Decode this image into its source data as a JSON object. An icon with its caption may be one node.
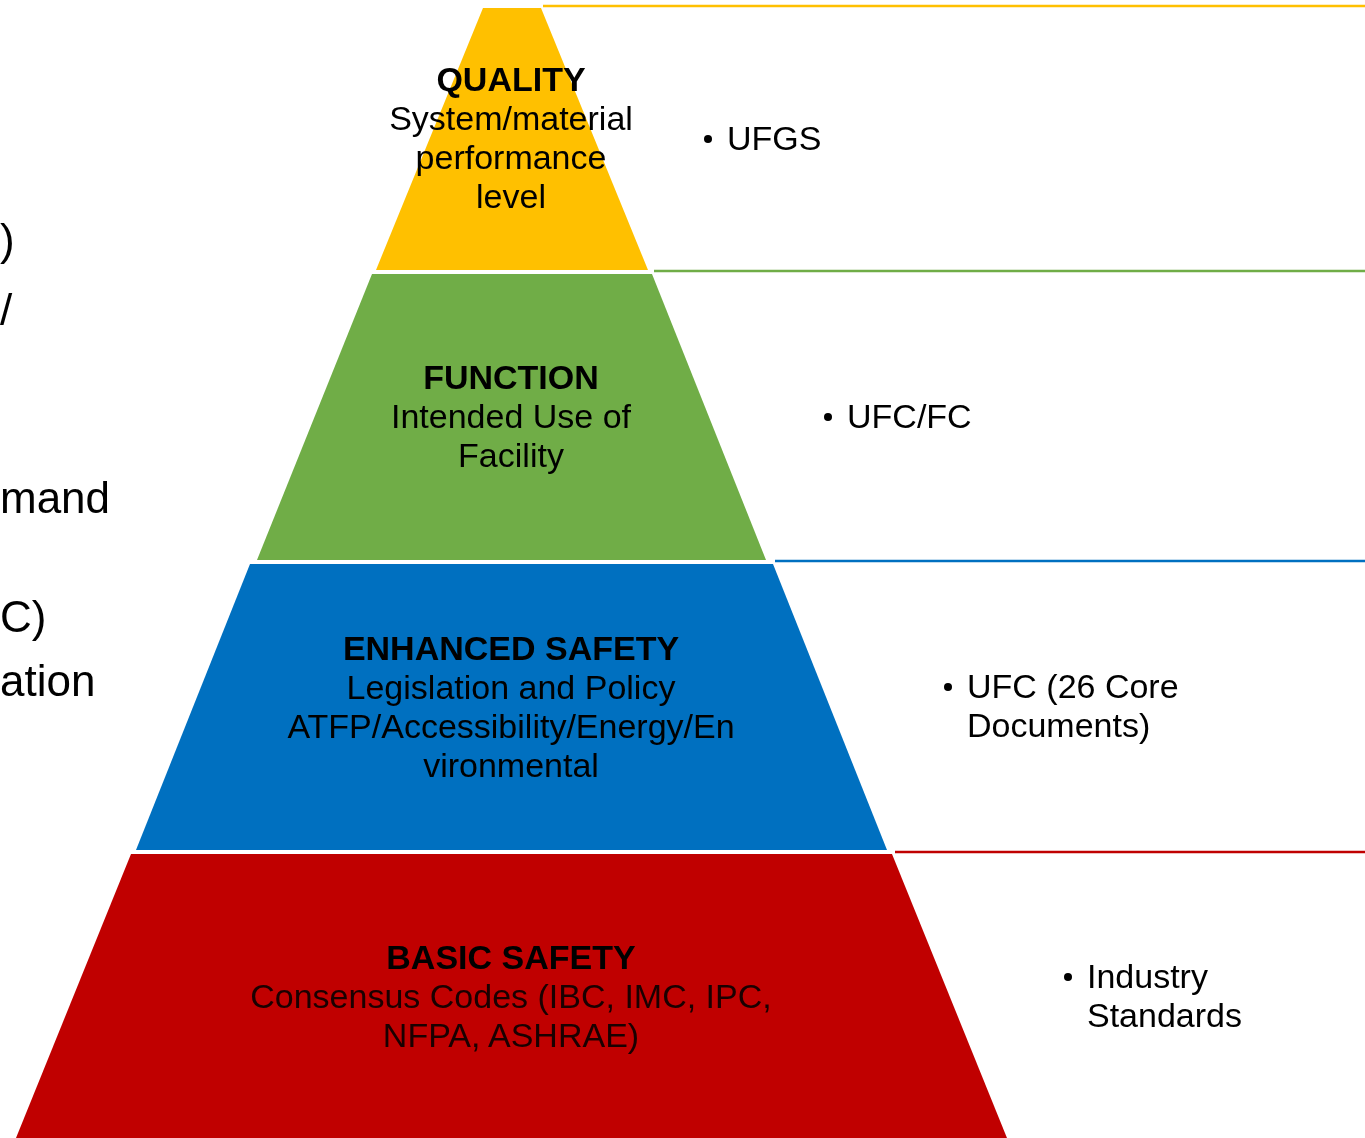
{
  "diagram": {
    "nodes": [
      {
        "text": [
          "QUALITY",
          "System/material performance level"
        ]
      },
      {
        "text": [
          "FUNCTION",
          "Intended Use of Facility"
        ]
      },
      {
        "text": [
          "ENHANCED SAFETY",
          "Legislation and Policy",
          "ATFP/Accessibility/Energy/Environmental"
        ]
      },
      {
        "text": [
          "BASIC SAFETY",
          "Consensus Codes (IBC, IMC, IPC, NFPA, ASHRAE)"
        ]
      }
    ],
    "labels": [
      "UFGS",
      ")",
      "/",
      "UFC/FC",
      "mand",
      "C)",
      "ation",
      "UFC (26 Core Documents)",
      "Industry Standards"
    ]
  }
}
